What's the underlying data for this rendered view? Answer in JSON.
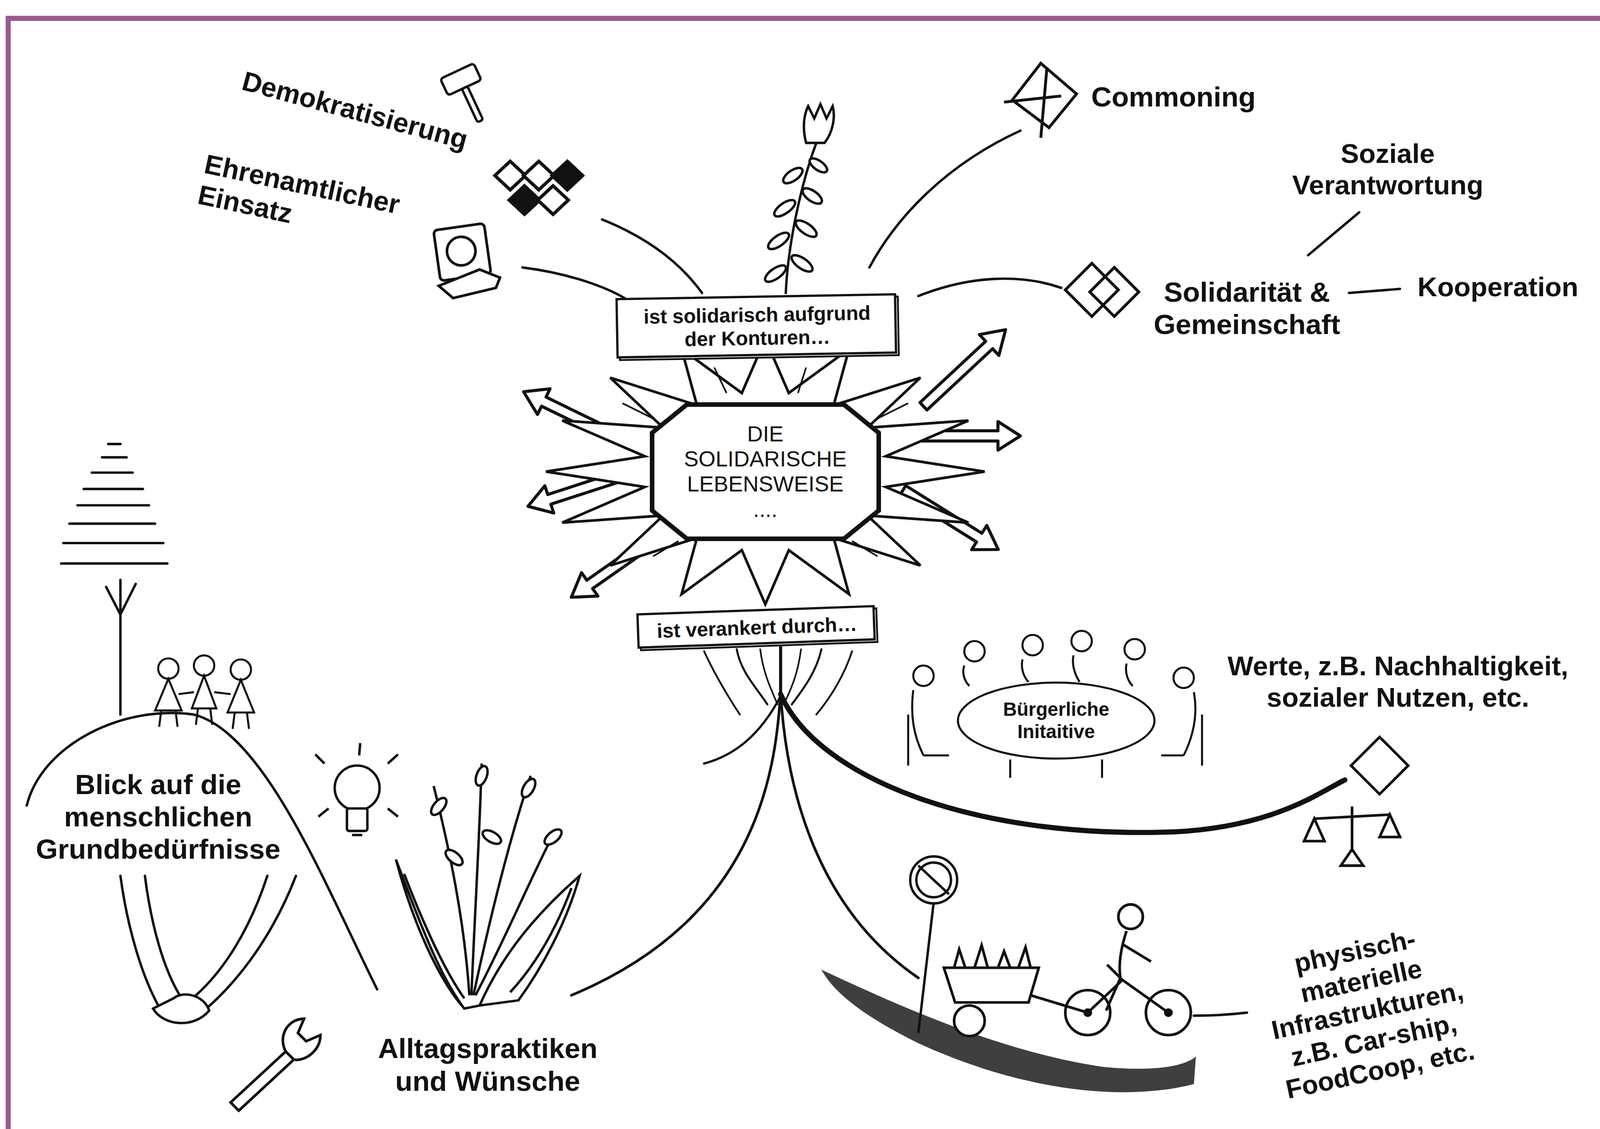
{
  "diagram": {
    "nodes": [
      {
        "text": [
          "ist solidarisch aufgrund der Konturen…"
        ]
      },
      {
        "text": [
          "DIE SOLIDARISCHE LEBENSWEISE ...."
        ]
      },
      {
        "text": [
          "ist verankert durch…"
        ]
      },
      {
        "text": [
          "Bürgerliche Initaitive"
        ]
      }
    ],
    "labels": [
      "Demokratisierung",
      "Ehrenamtlicher Einsatz",
      "Commoning",
      "Soziale Verantwortung",
      "Solidarität & Gemeinschaft",
      "Kooperation",
      "Werte, z.B. Nachhaltigkeit, sozialer Nutzen, etc.",
      "Blick auf die menschlichen Grundbedürfnisse",
      "Alltagspraktiken und Wünsche",
      "physisch- materielle Infrastrukturen, z.B. Car-ship, FoodCoop, etc."
    ]
  }
}
